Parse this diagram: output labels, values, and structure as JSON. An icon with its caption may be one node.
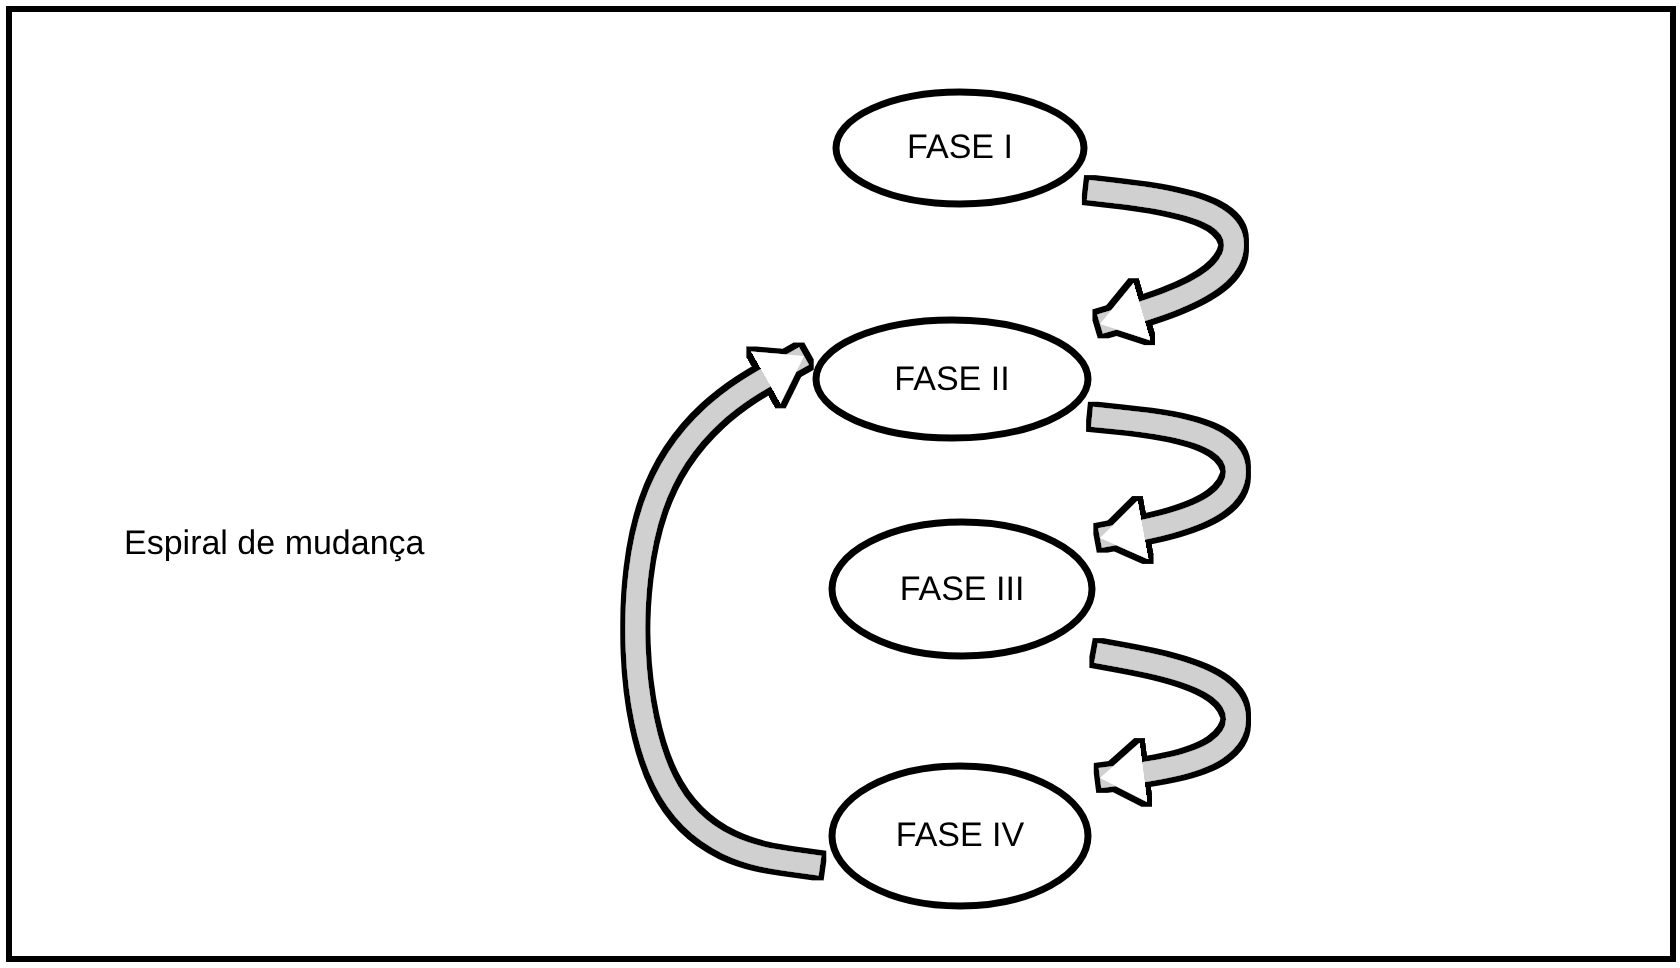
{
  "diagram": {
    "nodes": [
      {
        "text": [
          "FASE I"
        ]
      },
      {
        "text": [
          "FASE II"
        ]
      },
      {
        "text": [
          "FASE III"
        ]
      },
      {
        "text": [
          "FASE IV"
        ]
      }
    ],
    "edges": [
      {
        "from": 0,
        "to": 1,
        "arrow": "to"
      },
      {
        "from": 1,
        "to": 2,
        "arrow": "to"
      },
      {
        "from": 2,
        "to": 3,
        "arrow": "to"
      },
      {
        "from": 3,
        "to": 1,
        "arrow": "to"
      }
    ],
    "labels": [
      "Espiral de mudança"
    ]
  }
}
